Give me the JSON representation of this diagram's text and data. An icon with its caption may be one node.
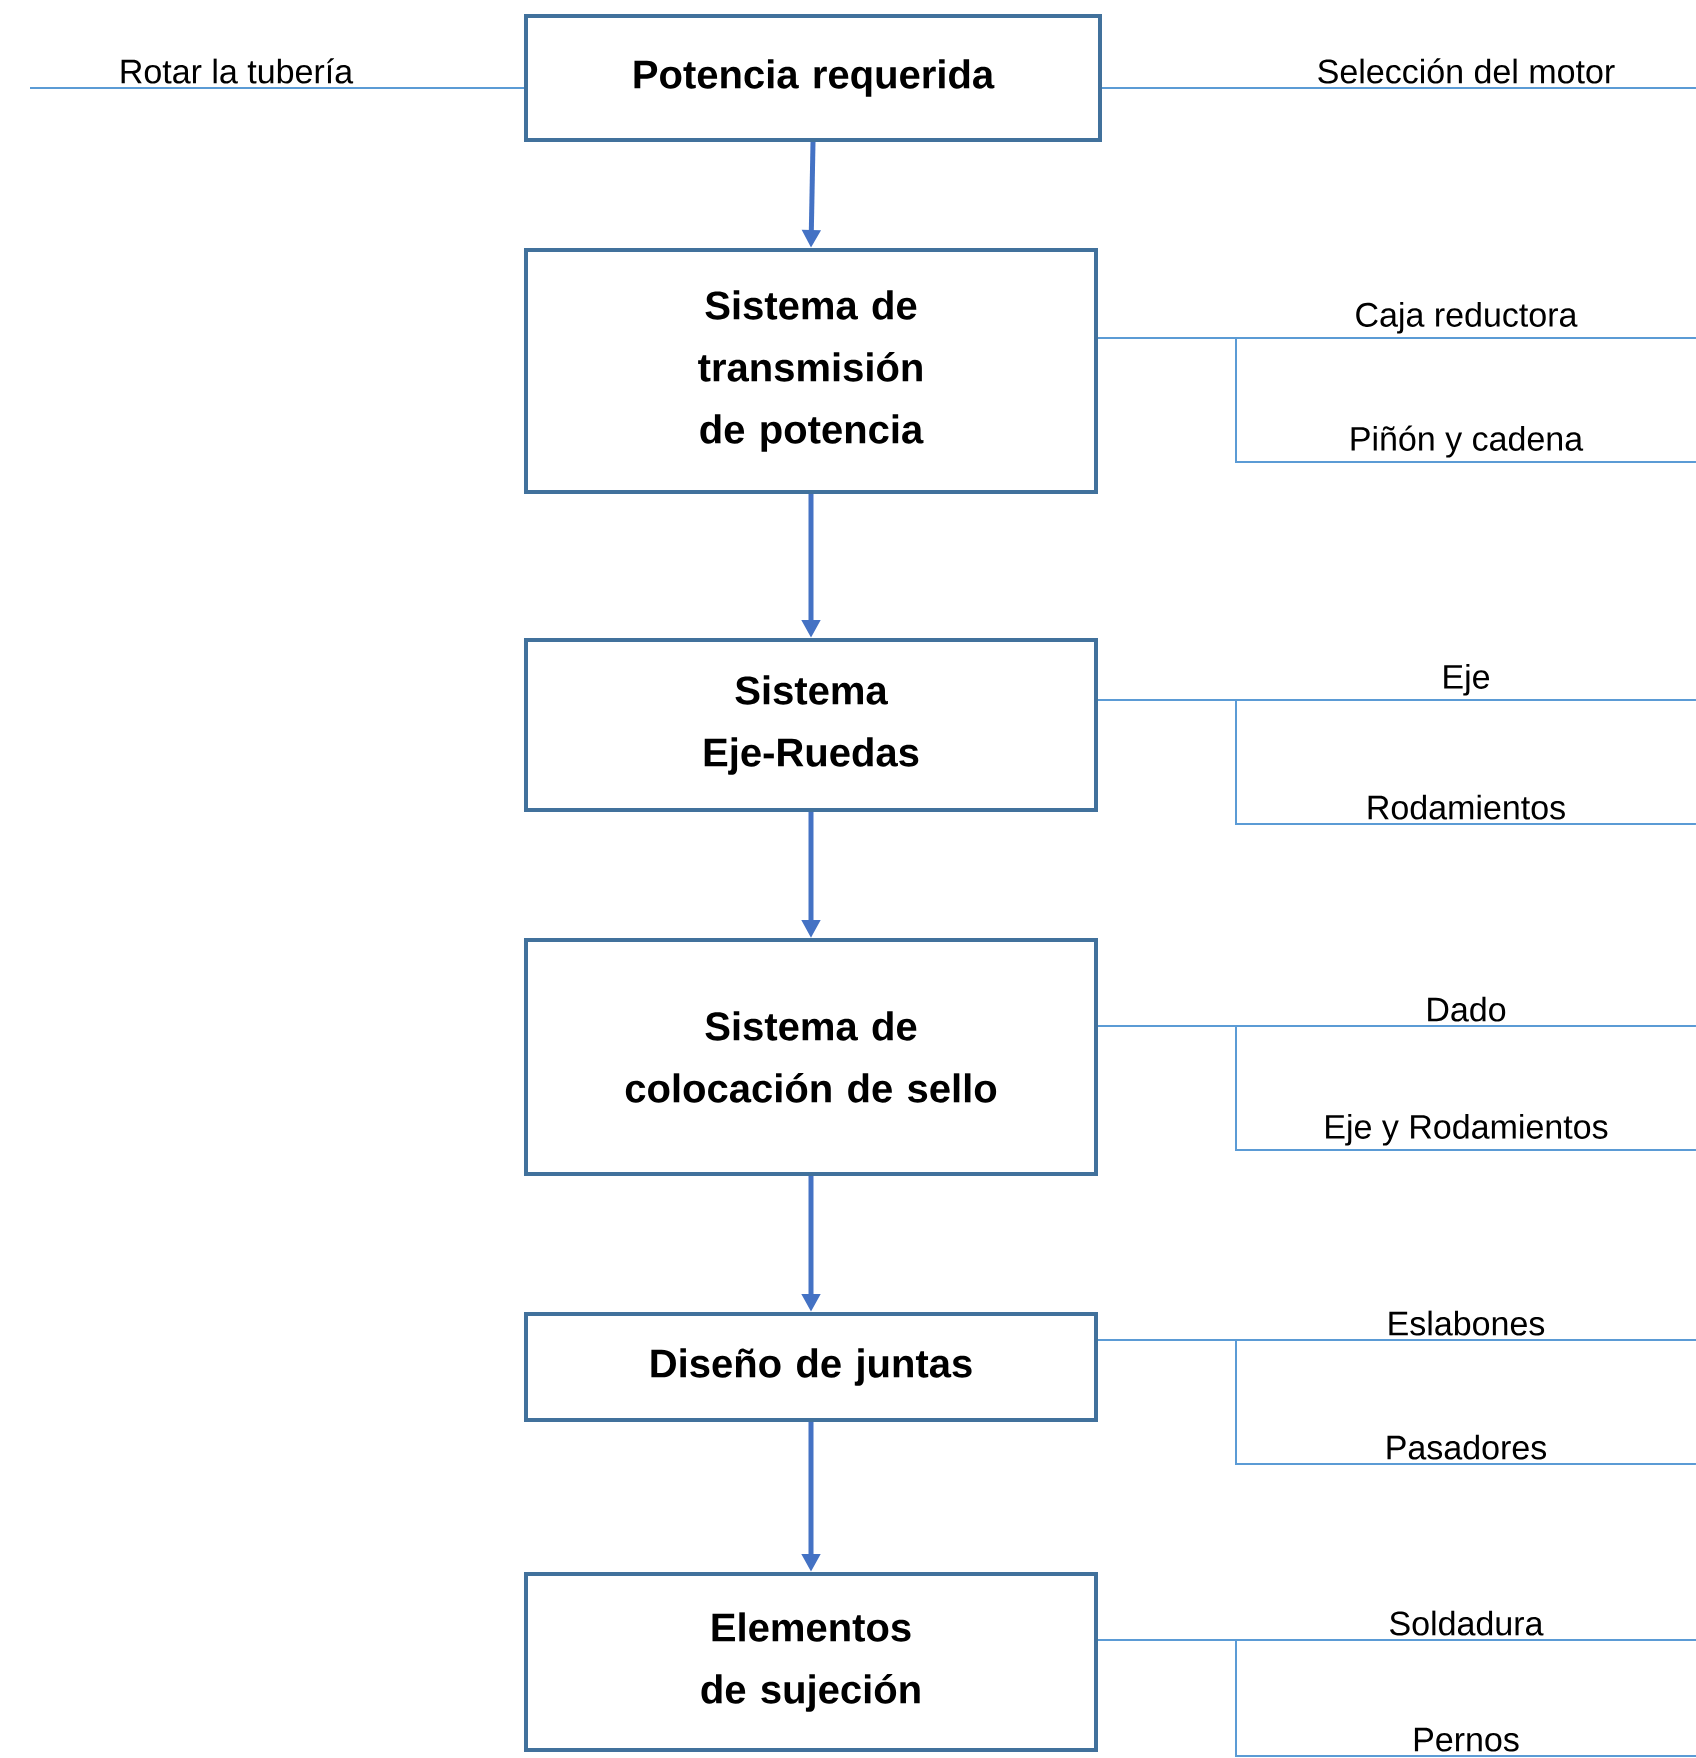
{
  "diagram": {
    "nodes": [
      {
        "text": [
          "Rotar la tubería"
        ]
      },
      {
        "text": [
          "Potencia requerida"
        ]
      },
      {
        "text": [
          "Selección del motor"
        ]
      },
      {
        "text": [
          "Sistema de transmisión de potencia"
        ]
      },
      {
        "text": [
          "Caja reductora"
        ]
      },
      {
        "text": [
          "Piñón y cadena"
        ]
      },
      {
        "text": [
          "Sistema Eje-Ruedas"
        ]
      },
      {
        "text": [
          "Eje"
        ]
      },
      {
        "text": [
          "Rodamientos"
        ]
      },
      {
        "text": [
          "Sistema de colocación de sello"
        ]
      },
      {
        "text": [
          "Dado"
        ]
      },
      {
        "text": [
          "Eje y Rodamientos"
        ]
      },
      {
        "text": [
          "Diseño de juntas"
        ]
      },
      {
        "text": [
          "Eslabones"
        ]
      },
      {
        "text": [
          "Pasadores"
        ]
      },
      {
        "text": [
          "Elementos de sujeción"
        ]
      },
      {
        "text": [
          "Soldadura"
        ]
      },
      {
        "text": [
          "Pernos"
        ]
      }
    ],
    "edges": [
      {
        "from": 1,
        "to": 0,
        "arrow": "none"
      },
      {
        "from": 1,
        "to": 2,
        "arrow": "none"
      },
      {
        "from": 1,
        "to": 3,
        "arrow": "to",
        "style": "thick",
        "color": "#4472c4"
      },
      {
        "from": 3,
        "to": 4,
        "arrow": "none"
      },
      {
        "from": 3,
        "to": 5,
        "arrow": "none"
      },
      {
        "from": 3,
        "to": 6,
        "arrow": "to",
        "style": "thick",
        "color": "#4472c4"
      },
      {
        "from": 6,
        "to": 7,
        "arrow": "none"
      },
      {
        "from": 6,
        "to": 8,
        "arrow": "none"
      },
      {
        "from": 6,
        "to": 9,
        "arrow": "to",
        "style": "thick",
        "color": "#4472c4"
      },
      {
        "from": 9,
        "to": 10,
        "arrow": "none"
      },
      {
        "from": 9,
        "to": 11,
        "arrow": "none"
      },
      {
        "from": 9,
        "to": 12,
        "arrow": "to",
        "style": "thick",
        "color": "#4472c4"
      },
      {
        "from": 12,
        "to": 13,
        "arrow": "none"
      },
      {
        "from": 12,
        "to": 14,
        "arrow": "none"
      },
      {
        "from": 12,
        "to": 15,
        "arrow": "to",
        "style": "thick",
        "color": "#4472c4"
      },
      {
        "from": 15,
        "to": 16,
        "arrow": "none"
      },
      {
        "from": 15,
        "to": 17,
        "arrow": "none"
      }
    ]
  }
}
